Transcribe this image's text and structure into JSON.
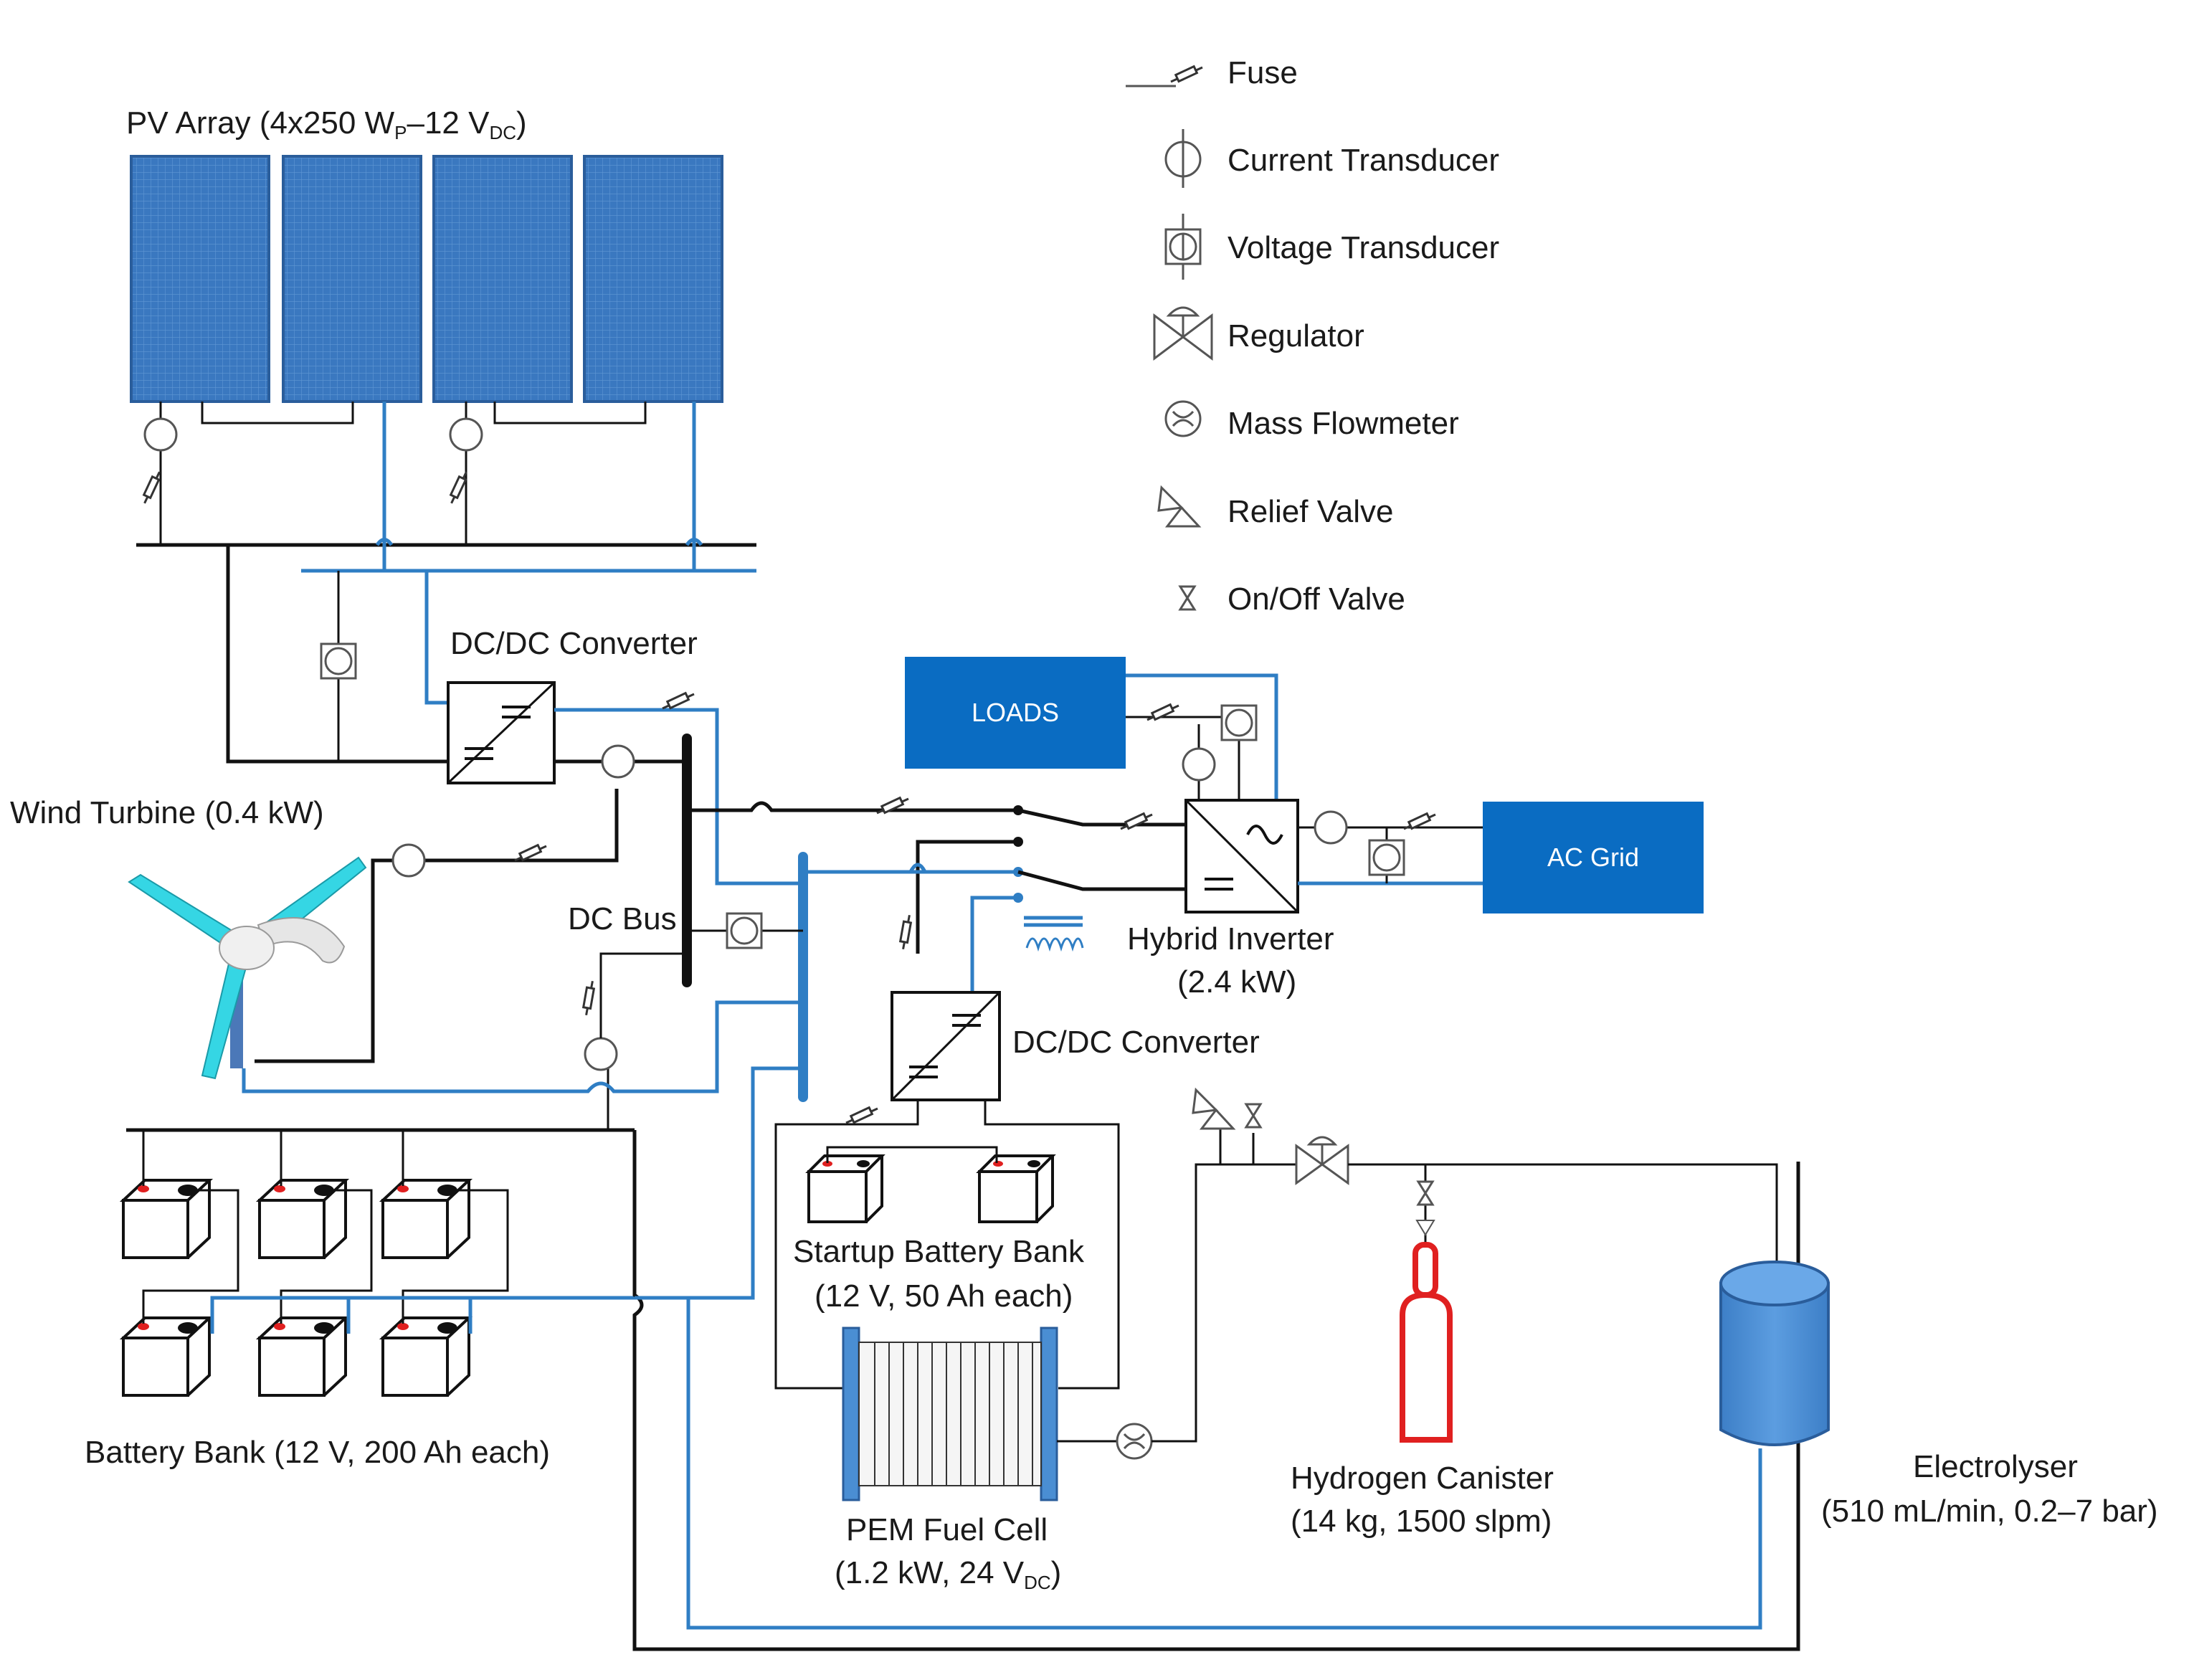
{
  "legend": {
    "fuse": "Fuse",
    "current_transducer": "Current Transducer",
    "voltage_transducer": "Voltage Transducer",
    "regulator": "Regulator",
    "mass_flowmeter": "Mass Flowmeter",
    "relief_valve": "Relief Valve",
    "onoff_valve": "On/Off Valve"
  },
  "components": {
    "pv_array": {
      "main": "PV Array (4x250 W",
      "sub_p": "P",
      "mid": "–12 V",
      "sub_dc": "DC",
      "end": ")"
    },
    "dcdc_top": "DC/DC Converter",
    "dcdc_bottom": "DC/DC Converter",
    "wind_turbine": "Wind Turbine (0.4 kW)",
    "dc_bus": "DC Bus",
    "loads": "LOADS",
    "ac_grid": "AC Grid",
    "hybrid_inverter": {
      "line1": "Hybrid Inverter",
      "line2": "(2.4 kW)"
    },
    "startup_battery": {
      "line1": "Startup Battery Bank",
      "line2": "(12 V, 50 Ah each)"
    },
    "battery_bank": "Battery Bank (12 V, 200 Ah each)",
    "pem_fuel_cell": {
      "line1": "PEM Fuel Cell",
      "line2_main": "(1.2 kW, 24 V",
      "line2_sub": "DC",
      "line2_end": ")"
    },
    "hydrogen_canister": {
      "line1": "Hydrogen Canister",
      "line2": "(14 kg, 1500 slpm)"
    },
    "electrolyser": {
      "line1": "Electrolyser",
      "line2": "(510 mL/min, 0.2–7 bar)"
    }
  },
  "colors": {
    "pv_panel": "#3a78c0",
    "box_fill": "#0a6cc2",
    "blue_wire": "#2f7ec4",
    "black_wire": "#111111",
    "canister": "#e02020",
    "electrolyser": "#4a8ed3",
    "turbine": "#35d6e4"
  }
}
